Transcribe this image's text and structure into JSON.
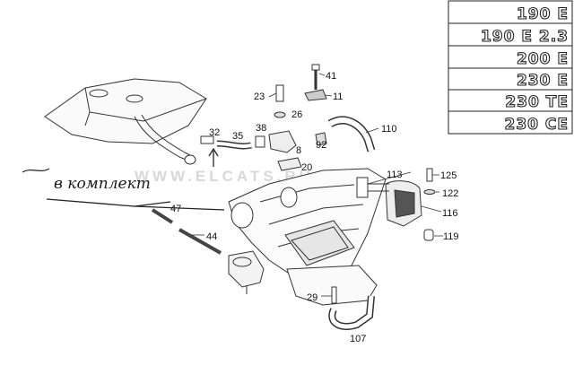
{
  "model_badges": [
    "190 E",
    "190 E 2.3",
    "200 E",
    "230 E",
    "230 TE",
    "230 CE"
  ],
  "part_numbers": {
    "p41": "41",
    "p23": "23",
    "p11": "11",
    "p26": "26",
    "p32": "32",
    "p38": "38",
    "p35": "35",
    "p8": "8",
    "p92": "92",
    "p110": "110",
    "p20": "20",
    "p113": "113",
    "p125": "125",
    "p122": "122",
    "p116": "116",
    "p119": "119",
    "p47": "47",
    "p44": "44",
    "p29": "29",
    "p107": "107"
  },
  "handwritten_note": "в комплект",
  "watermark": "WWW.ELCATS.RU"
}
